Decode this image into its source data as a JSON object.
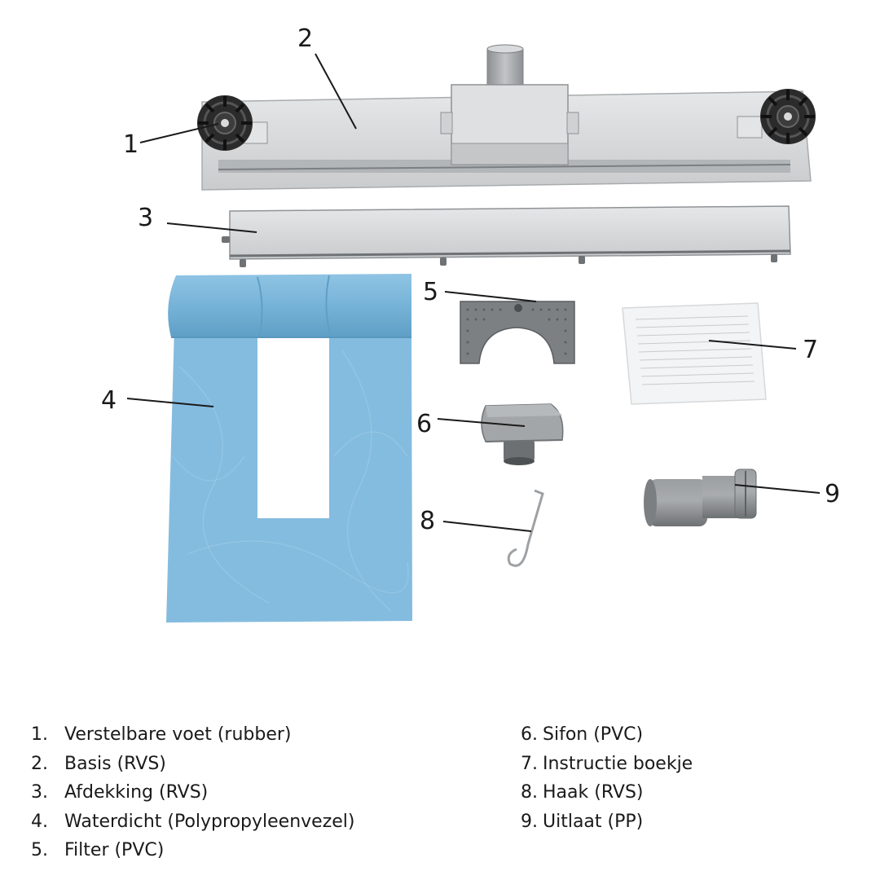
{
  "callouts": [
    "1",
    "2",
    "3",
    "4",
    "5",
    "6",
    "7",
    "8",
    "9"
  ],
  "legend": {
    "left": [
      {
        "num": "1.",
        "text": "Verstelbare voet (rubber)"
      },
      {
        "num": "2.",
        "text": "Basis (RVS)"
      },
      {
        "num": "3.",
        "text": "Afdekking (RVS)"
      },
      {
        "num": "4.",
        "text": "Waterdicht (Polypropyleenvezel)"
      },
      {
        "num": "5.",
        "text": "Filter (PVC)"
      }
    ],
    "right": [
      {
        "num": "6.",
        "text": "Sifon (PVC)"
      },
      {
        "num": "7.",
        "text": "Instructie boekje"
      },
      {
        "num": "8.",
        "text": "Haak (RVS)"
      },
      {
        "num": "9.",
        "text": "Uitlaat (PP)"
      }
    ]
  },
  "colors": {
    "steel": "#d4d6d8",
    "steel_dark": "#9a9da0",
    "membrane": "#7fb9dc",
    "pvc_grey": "#8c8f92",
    "rubber": "#2b2b2b"
  }
}
